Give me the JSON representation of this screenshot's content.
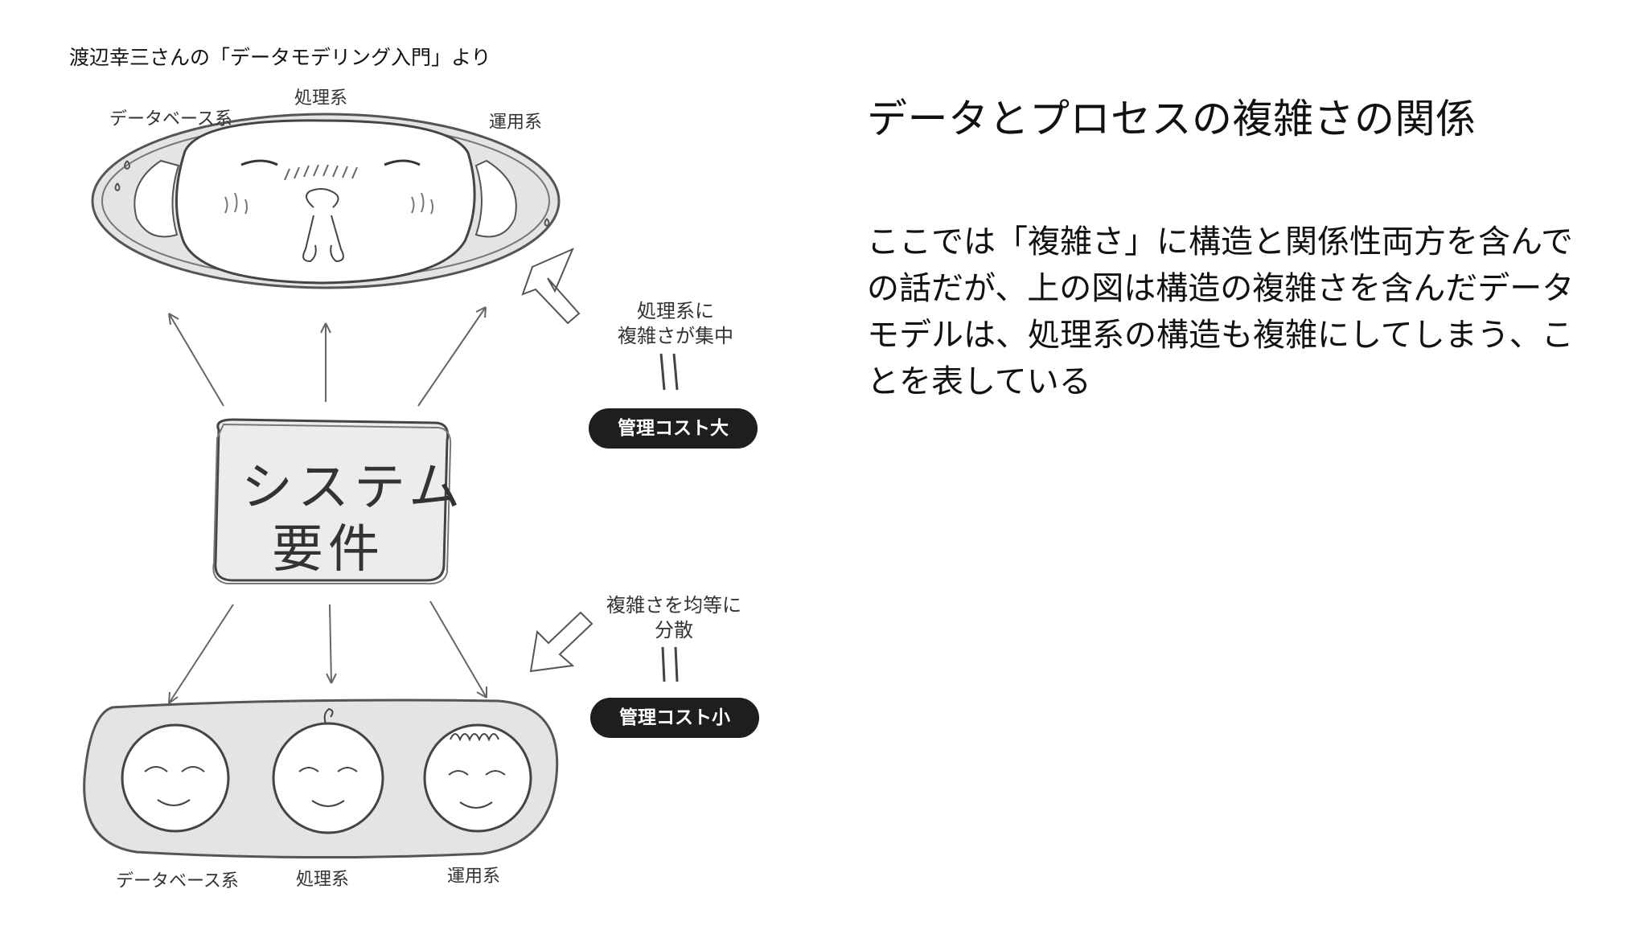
{
  "source_note": "渡辺幸三さんの「データモデリング入門」より",
  "title": "データとプロセスの複雑さの関係",
  "body": "ここでは「複雑さ」に構造と関係性両方を含んでの話だが、上の図は構造の複雑さを含んだデータモデルは、処理系の構造も複雑にしてしまう、ことを表している",
  "diagram": {
    "top": {
      "label_data": "データベース系",
      "label_proc": "処理系",
      "label_ops": "運用系"
    },
    "center": {
      "line1": "システム",
      "line2": "要件"
    },
    "bottom": {
      "label_data": "データベース系",
      "label_proc": "処理系",
      "label_ops": "運用系"
    },
    "note_top": "処理系に\n複雑さが集中",
    "pill_top": "管理コスト大",
    "note_bottom": "複雑さを均等に\n分散",
    "pill_bottom": "管理コスト小"
  }
}
